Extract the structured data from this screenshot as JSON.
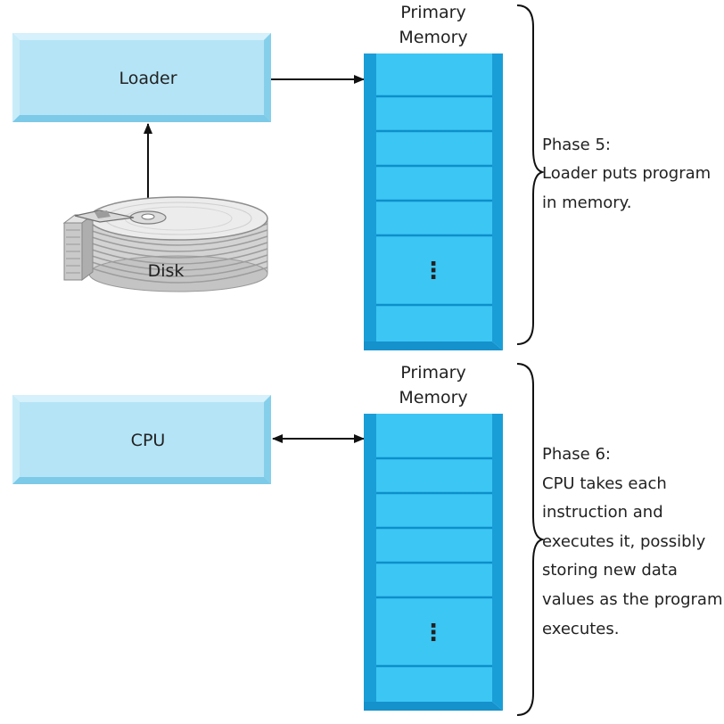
{
  "phase5": {
    "loader_label": "Loader",
    "disk_label": "Disk",
    "memory_title": [
      "Primary",
      "Memory"
    ],
    "ellipsis": "⋮",
    "description": [
      "Phase 5:",
      "Loader puts program",
      "in memory."
    ]
  },
  "phase6": {
    "cpu_label": "CPU",
    "memory_title": [
      "Primary",
      "Memory"
    ],
    "ellipsis": "⋮",
    "description": [
      "Phase 6:",
      "CPU takes each",
      "instruction and",
      "executes it, possibly",
      "storing new data",
      "values as the program",
      "executes."
    ]
  },
  "colors": {
    "box_fill": "#b5e4f6",
    "box_edge": "#7cc9e8",
    "memory_fill": "#3cc6f4",
    "memory_side": "#1a9ed8",
    "memory_line": "#0d8fca",
    "line": "#111111"
  }
}
